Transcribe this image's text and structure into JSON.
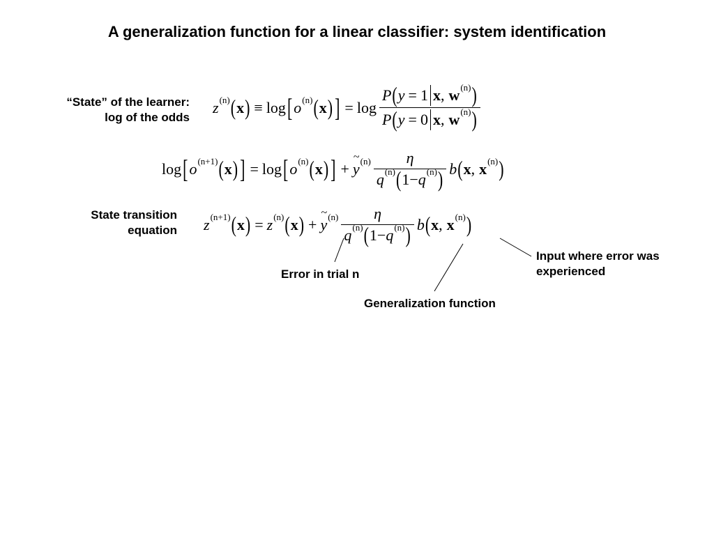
{
  "slide": {
    "title": "A generalization function for a linear classifier: system identification",
    "label_state_line1": "“State” of the learner:",
    "label_state_line2": "log of the odds",
    "label_transition_line1": "State transition",
    "label_transition_line2": "equation",
    "annotation_error": "Error in trial n",
    "annotation_generalization": "Generalization function",
    "annotation_input_line1": "Input where error was",
    "annotation_input_line2": "experienced"
  },
  "math": {
    "z": "z",
    "o": "o",
    "x": "x",
    "w": "w",
    "y": "y",
    "P": "P",
    "b": "b",
    "q": "q",
    "eta": "η",
    "log": "log",
    "equiv": "≡",
    "equals": "=",
    "plus": "+",
    "minus": "−",
    "comma": ",",
    "one": "1",
    "zero": "0",
    "tilde": "~",
    "sup_n": "(n)",
    "sup_n1": "(n+1)",
    "lparen": "(",
    "rparen": ")",
    "lbracket": "[",
    "rbracket": "]"
  }
}
